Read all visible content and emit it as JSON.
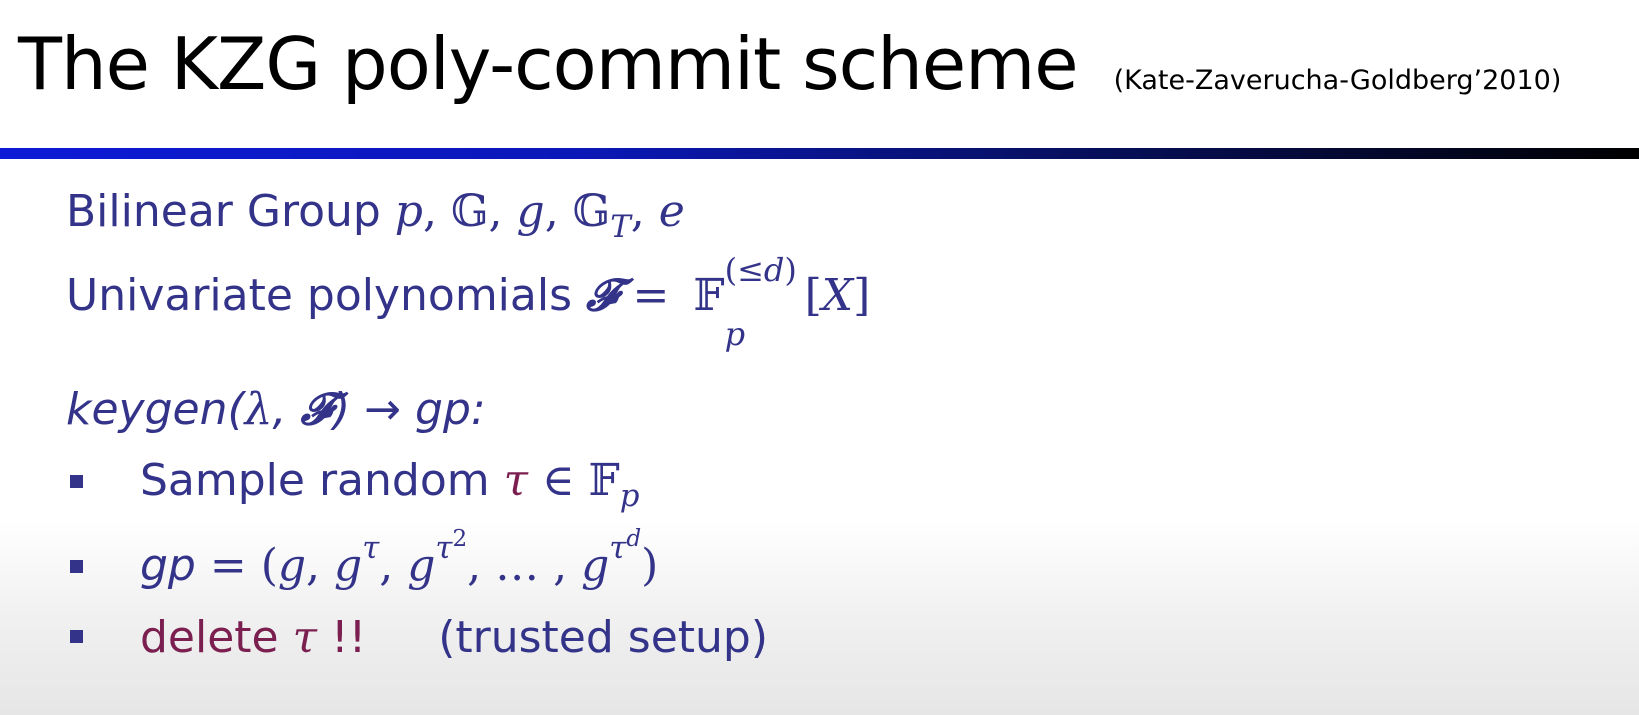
{
  "slide": {
    "title": "The KZG poly-commit scheme",
    "attribution": "(Kate-Zaverucha-Goldberg’2010)"
  },
  "line1": {
    "label": "Bilinear Group ",
    "math": "p, 𝔾, g, 𝔾"
  },
  "line2": {
    "label": "Univariate polynomials ",
    "script_f": "𝓕",
    "equals": " = ",
    "field": "𝔽",
    "sub": "p",
    "sup": "(≤d)",
    "var": "[X]"
  },
  "keygen": {
    "name": "keygen(",
    "lambda": "λ",
    "comma": ", ",
    "script_f": "𝓕",
    "close": ") → gp:"
  },
  "bullets": {
    "sample_text": "Sample random ",
    "tau": "τ",
    "in": " ∈ ",
    "field": "𝔽",
    "field_sub": "p",
    "gp_label": "gp",
    "gp_eq": " = (",
    "g": "g",
    "ellipsis": "…",
    "two": "2",
    "d": "d",
    "delete_text": "delete ",
    "bang": " !!",
    "trusted": "(trusted setup)"
  },
  "colors": {
    "text_blue": "#33338a",
    "tau_maroon": "#7a1f4f",
    "rule_blue": "#0d1bd6"
  }
}
